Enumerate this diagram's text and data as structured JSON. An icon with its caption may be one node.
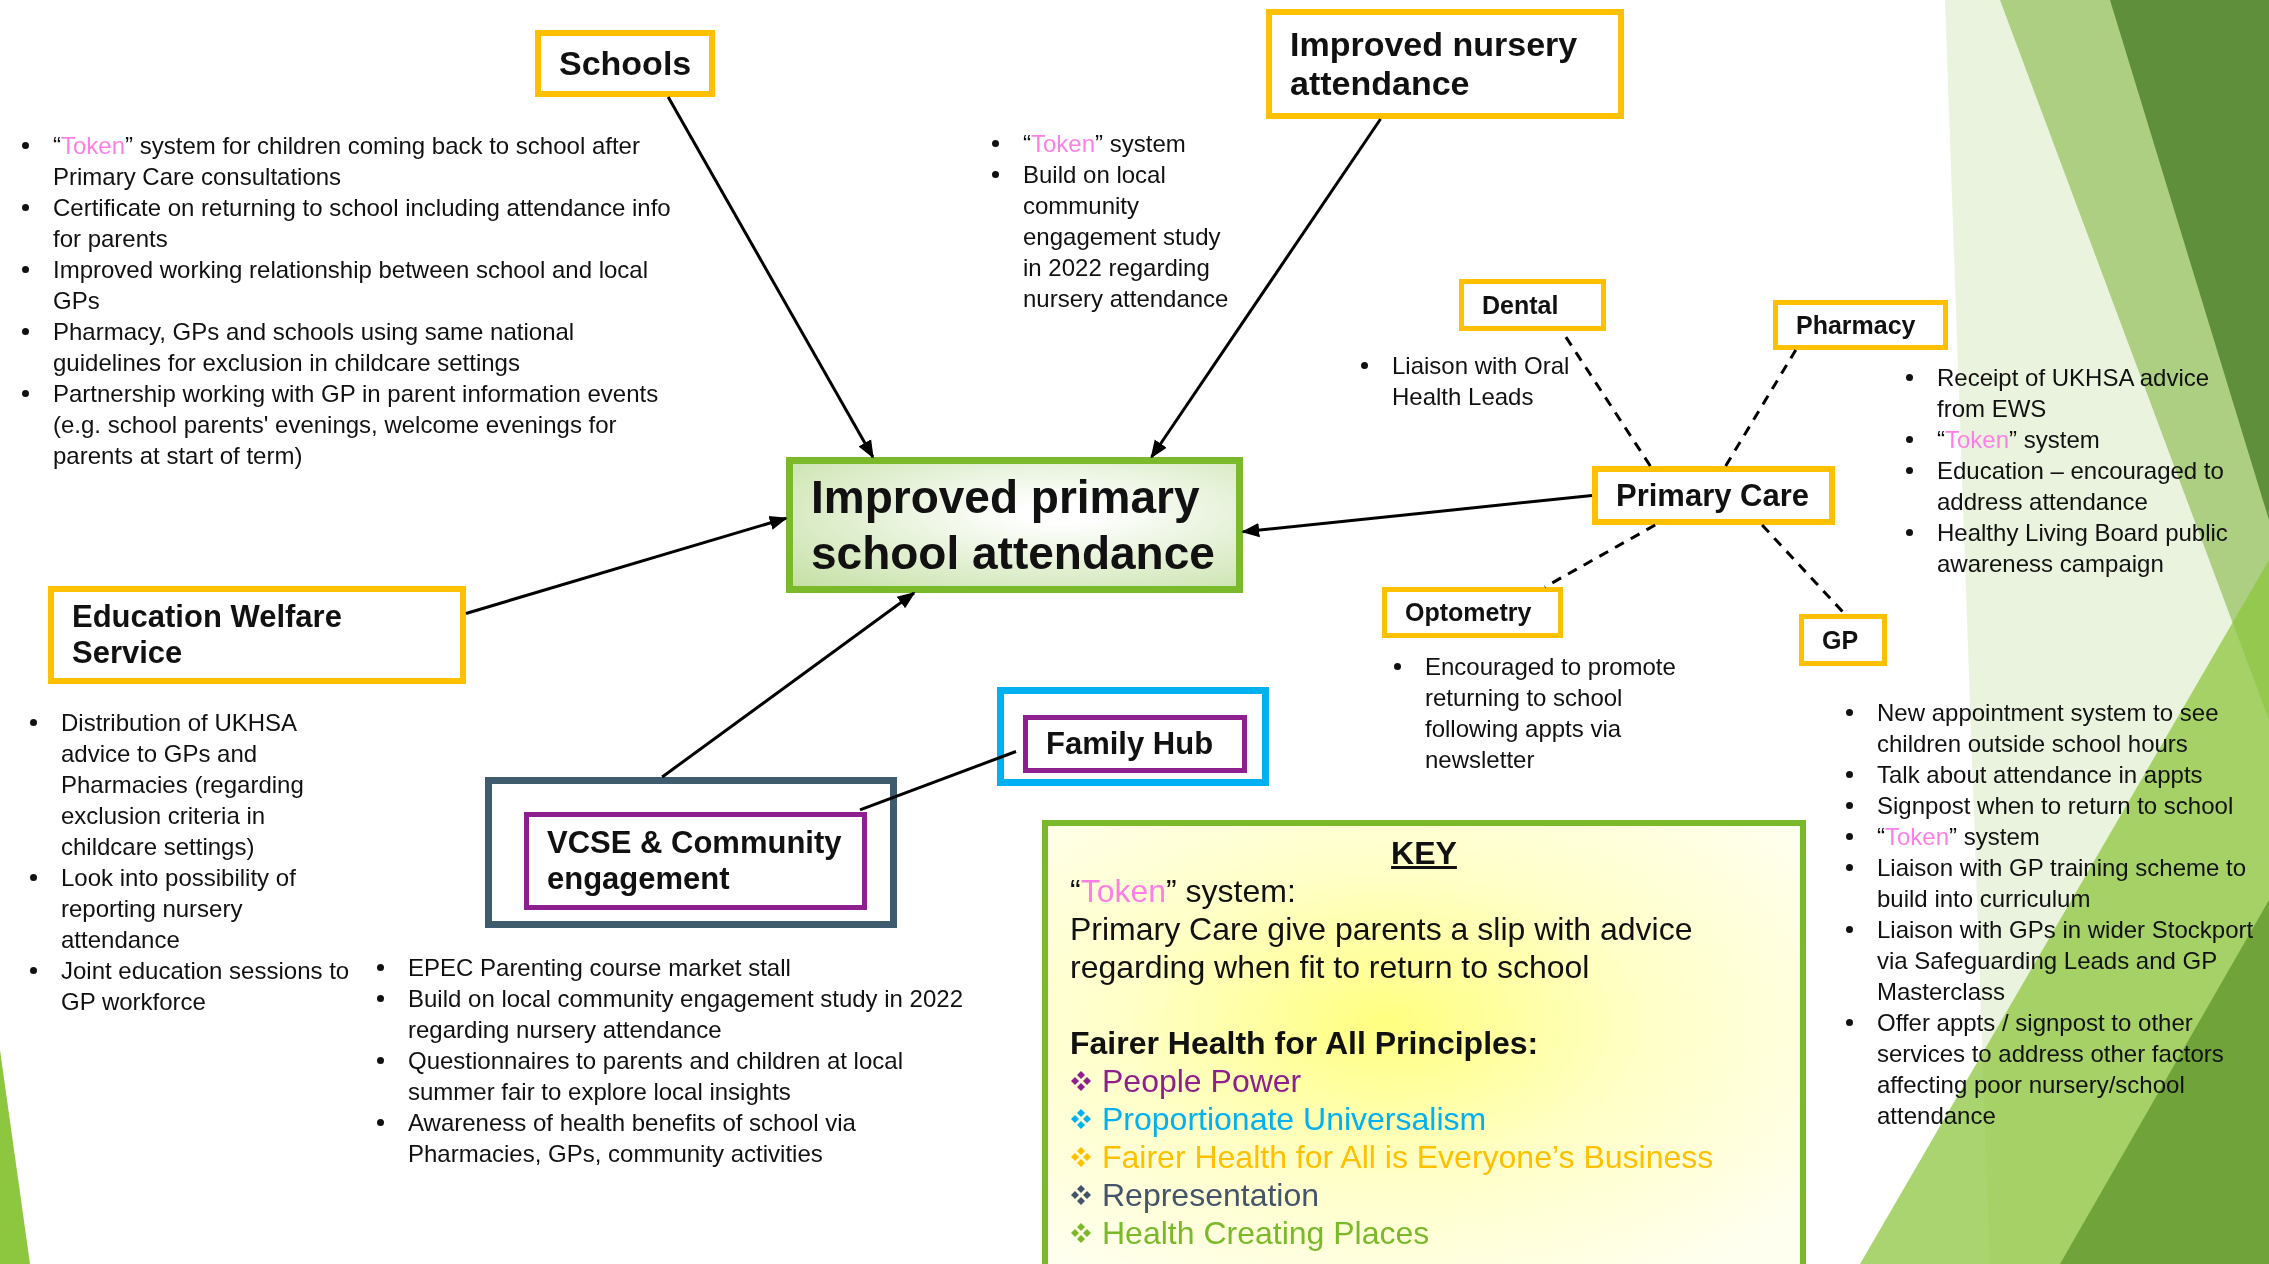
{
  "diagram": {
    "nodes": [
      {
        "text": [
          "Schools"
        ],
        "beside": [
          "“Token” system for children coming back to school after Primary Care consultations",
          "Certificate on returning to school including attendance info for parents",
          "Improved working relationship between school and local GPs",
          "Pharmacy, GPs and schools using same national guidelines for exclusion in childcare settings",
          "Partnership working with GP in parent information events (e.g. school parents' evenings, welcome evenings for parents at start of term)"
        ]
      },
      {
        "text": [
          "Improved nursery attendance"
        ],
        "beside": [
          "“Token” system",
          "Build on local community engagement study in 2022 regarding nursery attendance"
        ]
      },
      {
        "text": [
          "Improved primary school attendance"
        ]
      },
      {
        "text": [
          "Dental"
        ],
        "beside": [
          "Liaison with Oral Health Leads"
        ]
      },
      {
        "text": [
          "Pharmacy"
        ],
        "beside": [
          "Receipt of UKHSA advice from EWS",
          "“Token” system",
          "Education – encouraged to address attendance",
          "Healthy Living Board public awareness campaign"
        ]
      },
      {
        "text": [
          "Primary Care"
        ]
      },
      {
        "text": [
          "Optometry"
        ],
        "beside": [
          "Encouraged to promote returning to school following appts via newsletter"
        ]
      },
      {
        "text": [
          "GP"
        ],
        "beside": [
          "New appointment system to see children outside school hours",
          "Talk about attendance in appts",
          "Signpost when to return to school",
          "“Token” system",
          "Liaison with GP training scheme to build into curriculum",
          "Liaison with GPs in wider Stockport via Safeguarding Leads and GP Masterclass",
          "Offer appts / signpost to other services to address other factors affecting poor nursery/school attendance"
        ]
      },
      {
        "text": [
          "Education Welfare Service"
        ],
        "beside": [
          "Distribution of UKHSA advice to GPs and Pharmacies (regarding exclusion criteria in childcare settings)",
          "Look into possibility of reporting nursery attendance",
          "Joint education sessions to GP workforce"
        ]
      },
      {
        "text": [],
        "shape": "box"
      },
      {
        "text": [
          "Family Hub"
        ],
        "in": 9
      },
      {
        "text": [],
        "shape": "box"
      },
      {
        "text": [
          "VCSE & Community engagement"
        ],
        "in": 11,
        "beside": [
          "EPEC Parenting course market stall",
          "Build on local community engagement study in 2022 regarding nursery attendance",
          "Questionnaires to parents and children at local summer fair to explore local insights",
          "Awareness of health benefits of school via Pharmacies, GPs, community activities"
        ]
      },
      {
        "text": [
          "KEY",
          "“Token” system:",
          "Primary Care give parents a slip with advice regarding when fit to return to school",
          "Fairer Health for All Principles:"
        ]
      }
    ],
    "edges": [
      {
        "from": 0,
        "to": 2,
        "arrow": "to"
      },
      {
        "from": 1,
        "to": 2,
        "arrow": "to"
      },
      {
        "from": 5,
        "to": 2,
        "arrow": "to"
      },
      {
        "from": 8,
        "to": 2,
        "arrow": "to"
      },
      {
        "from": 11,
        "to": 2,
        "arrow": "to"
      },
      {
        "from": 10,
        "to": 12,
        "arrow": "none"
      },
      {
        "from": 5,
        "to": 3,
        "arrow": "none",
        "style": "dashed"
      },
      {
        "from": 5,
        "to": 4,
        "arrow": "none",
        "style": "dashed"
      },
      {
        "from": 5,
        "to": 6,
        "arrow": "none",
        "style": "dashed"
      },
      {
        "from": 5,
        "to": 7,
        "arrow": "none",
        "style": "dashed"
      }
    ],
    "legend": [
      {
        "text": "People Power",
        "color": "#8e1f8e"
      },
      {
        "text": "Proportionate Universalism",
        "color": "#00b0f0"
      },
      {
        "text": "Fairer Health for All is Everyone’s Business",
        "color": "#ffc000"
      },
      {
        "text": "Representation",
        "color": "#44546a"
      },
      {
        "text": "Health Creating Places",
        "color": "#7ab929"
      }
    ]
  }
}
